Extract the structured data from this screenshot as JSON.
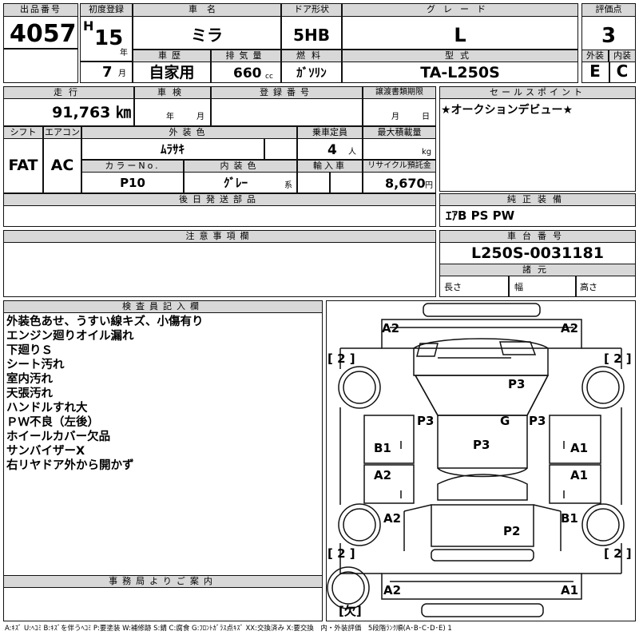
{
  "header": {
    "lot_no_label": "出品番号",
    "lot_no": "4057",
    "first_reg_label": "初度登録",
    "era": "H",
    "reg_year": "15",
    "year_unit": "年",
    "reg_month": "7",
    "month_unit": "月",
    "car_name_label": "車名",
    "car_name": "ミラ",
    "door_label": "ドア形状",
    "door": "5HB",
    "grade_label": "グレード",
    "grade": "L",
    "score_label": "評価点",
    "score": "3",
    "history_label": "車歴",
    "history": "自家用",
    "displacement_label": "排気量",
    "displacement": "660",
    "displacement_unit": "cc",
    "fuel_label": "燃料",
    "fuel": "ｶﾞｿﾘﾝ",
    "model_label": "型式",
    "model": "TA-L250S",
    "exterior_label": "外装",
    "exterior": "E",
    "interior_label": "内装",
    "interior": "C"
  },
  "row2": {
    "mileage_label": "走行",
    "mileage": "91,763 ㎞",
    "inspection_label": "車検",
    "insp_year_unit": "年",
    "insp_month_unit": "月",
    "reg_no_label": "登録番号",
    "transfer_label": "譲渡書類期限",
    "transfer_month_unit": "月",
    "transfer_day_unit": "日",
    "sales_point_label": "セールスポイント",
    "sales_point": "★オークションデビュー★"
  },
  "row3": {
    "shift_label": "シフト",
    "shift": "FAT",
    "ac_label": "エアコン",
    "ac": "AC",
    "color_label": "外装色",
    "color": "ﾑﾗｻｷ",
    "capacity_label": "乗車定員",
    "capacity": "4",
    "capacity_unit": "人",
    "load_label": "最大積載量",
    "load_unit": "kg",
    "color_no_label": "カラーNo.",
    "color_no": "P10",
    "int_color_label": "内装色",
    "int_color": "ｸﾞﾚｰ",
    "int_color_unit": "系",
    "import_label": "輸入車",
    "recycle_label": "リサイクル預託金",
    "recycle": "8,670",
    "recycle_unit": "円"
  },
  "parts": {
    "later_parts_label": "後日発送部品",
    "equipment_label": "純正装備",
    "equipment": "ｴｱB PS PW"
  },
  "notes": {
    "caution_label": "注意事項欄",
    "chassis_label": "車台番号",
    "chassis": "L250S-0031181",
    "dims_label": "諸元",
    "length_label": "長さ",
    "width_label": "幅",
    "height_label": "高さ"
  },
  "inspector": {
    "label": "検査員記入欄",
    "lines": [
      "外装色あせ、うすい線キズ、小傷有り",
      "エンジン廻りオイル漏れ",
      "下廻りＳ",
      "シート汚れ",
      "室内汚れ",
      "天張汚れ",
      "ハンドルすれ大",
      "ＰＷ不良（左後）",
      "ホイールカバー欠品",
      "サンバイザーX",
      "右リヤドア外から開かず"
    ],
    "office_label": "事務局よりご案内"
  },
  "diagram": {
    "marks": {
      "front_left": "A2",
      "front_right": "A2",
      "tire_fl": "[ 2 ]",
      "tire_fr": "[ 2 ]",
      "tire_rl": "[ 2 ]",
      "tire_rr": "[ 2 ]",
      "spare": "[欠]",
      "hood": "P3",
      "pillar_l": "P3",
      "pillar_r": "P3",
      "windshield": "G",
      "roof": "P3",
      "fl_door": "B1",
      "fr_door": "A1",
      "rl_door": "A2",
      "rr_door": "A1",
      "rl_quarter": "A2",
      "rr_quarter": "B1",
      "trunk": "P2",
      "rear_left": "A2",
      "rear_right": "A1"
    }
  },
  "legend": "A:ｷｽﾞ U:ﾍｺﾐ B:ｷｽﾞを伴うﾍｺﾐ P:要塗装 W:補修跡 S:錆 C:腐食 G:ﾌﾛﾝﾄｶﾞﾗｽ点ｷｽﾞ XX:交換済み X:要交換　内・外装評価　5段階ﾗﾝｸ順(A･B･C･D･E) 1"
}
